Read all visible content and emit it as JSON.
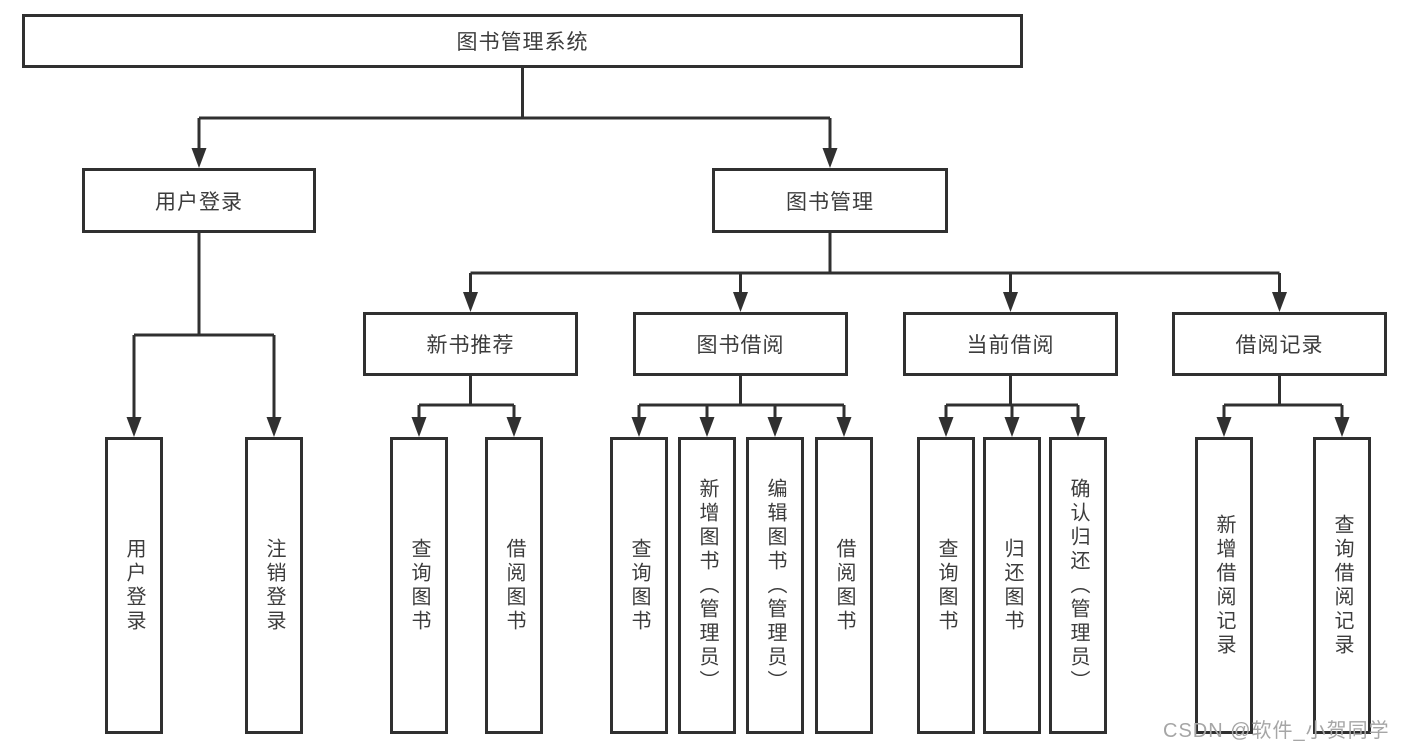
{
  "diagram_type": "hierarchy-tree",
  "colors": {
    "background": "#ffffff",
    "node_border": "#303030",
    "connector_line": "#303030",
    "node_text": "#3c3c3c",
    "watermark_text": "#a6a6a6"
  },
  "watermark": "CSDN @软件_小贺同学",
  "tree": {
    "label": "图书管理系统",
    "children": [
      {
        "label": "用户登录",
        "children": [
          {
            "label": "用户登录"
          },
          {
            "label": "注销登录"
          }
        ]
      },
      {
        "label": "图书管理",
        "children": [
          {
            "label": "新书推荐",
            "children": [
              {
                "label": "查询图书"
              },
              {
                "label": "借阅图书"
              }
            ]
          },
          {
            "label": "图书借阅",
            "children": [
              {
                "label": "查询图书"
              },
              {
                "label": "新增图书（管理员）"
              },
              {
                "label": "编辑图书（管理员）"
              },
              {
                "label": "借阅图书"
              }
            ]
          },
          {
            "label": "当前借阅",
            "children": [
              {
                "label": "查询图书"
              },
              {
                "label": "归还图书"
              },
              {
                "label": "确认归还（管理员）"
              }
            ]
          },
          {
            "label": "借阅记录",
            "children": [
              {
                "label": "新增借阅记录"
              },
              {
                "label": "查询借阅记录"
              }
            ]
          }
        ]
      }
    ]
  }
}
